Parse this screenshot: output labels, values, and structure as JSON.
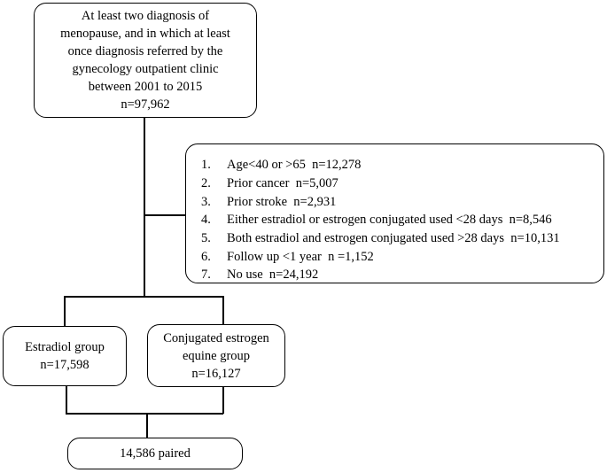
{
  "top_box": {
    "lines": [
      "At least two diagnosis of",
      "menopause, and in which at least",
      "once diagnosis referred by the",
      "gynecology outpatient clinic",
      "between 2001 to 2015",
      "n=97,962"
    ]
  },
  "exclusion_box": {
    "items": [
      {
        "num": "1.",
        "text": "Age<40 or >65  n=12,278"
      },
      {
        "num": "2.",
        "text": "Prior cancer  n=5,007"
      },
      {
        "num": "3.",
        "text": "Prior stroke  n=2,931"
      },
      {
        "num": "4.",
        "text": "Either estradiol or estrogen conjugated used <28 days  n=8,546"
      },
      {
        "num": "5.",
        "text": "Both estradiol and estrogen conjugated used >28 days  n=10,131"
      },
      {
        "num": "6.",
        "text": "Follow up <1 year  n =1,152"
      },
      {
        "num": "7.",
        "text": "No use  n=24,192"
      }
    ]
  },
  "estradiol_box": {
    "lines": [
      "Estradiol group",
      "n=17,598"
    ]
  },
  "cee_box": {
    "lines": [
      "Conjugated estrogen",
      "equine group",
      "n=16,127"
    ]
  },
  "paired_box": {
    "label": "14,586 paired"
  }
}
